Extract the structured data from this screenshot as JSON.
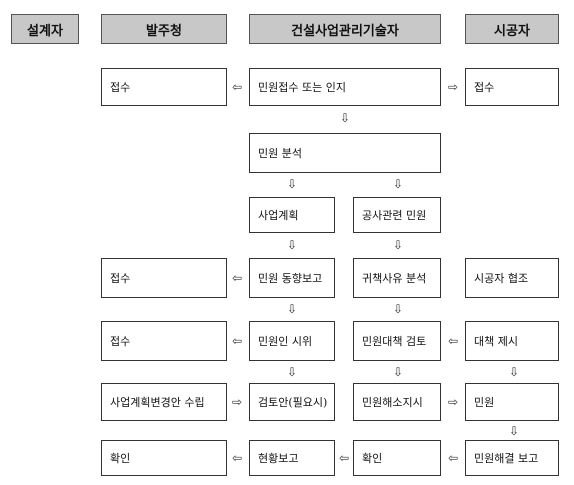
{
  "headers": {
    "designer": "설계자",
    "client": "발주청",
    "engineer": "건설사업관리기술자",
    "contractor": "시공자"
  },
  "client_col": {
    "r1": "접수",
    "r5": "접수",
    "r6": "접수",
    "r7": "사업계획변경안 수립",
    "r8": "확인"
  },
  "engineer_left": {
    "r1": "민원접수 또는 인지",
    "r2": "민원 분석",
    "r3": "사업계획",
    "r5": "민원 동향보고",
    "r6": "민원인 시위",
    "r7": "검토안(필요시)",
    "r8": "현황보고"
  },
  "engineer_right": {
    "r3": "공사관련 민원",
    "r5": "귀책사유 분석",
    "r6": "민원대책 검토",
    "r7": "민원해소지시",
    "r8": "확인"
  },
  "contractor_col": {
    "r1": "접수",
    "r5": "시공자 협조",
    "r6": "대책 제시",
    "r7": "민원",
    "r8": "민원해결 보고"
  },
  "arrows": {
    "left": "⇦",
    "right": "⇨",
    "down": "⇩"
  }
}
